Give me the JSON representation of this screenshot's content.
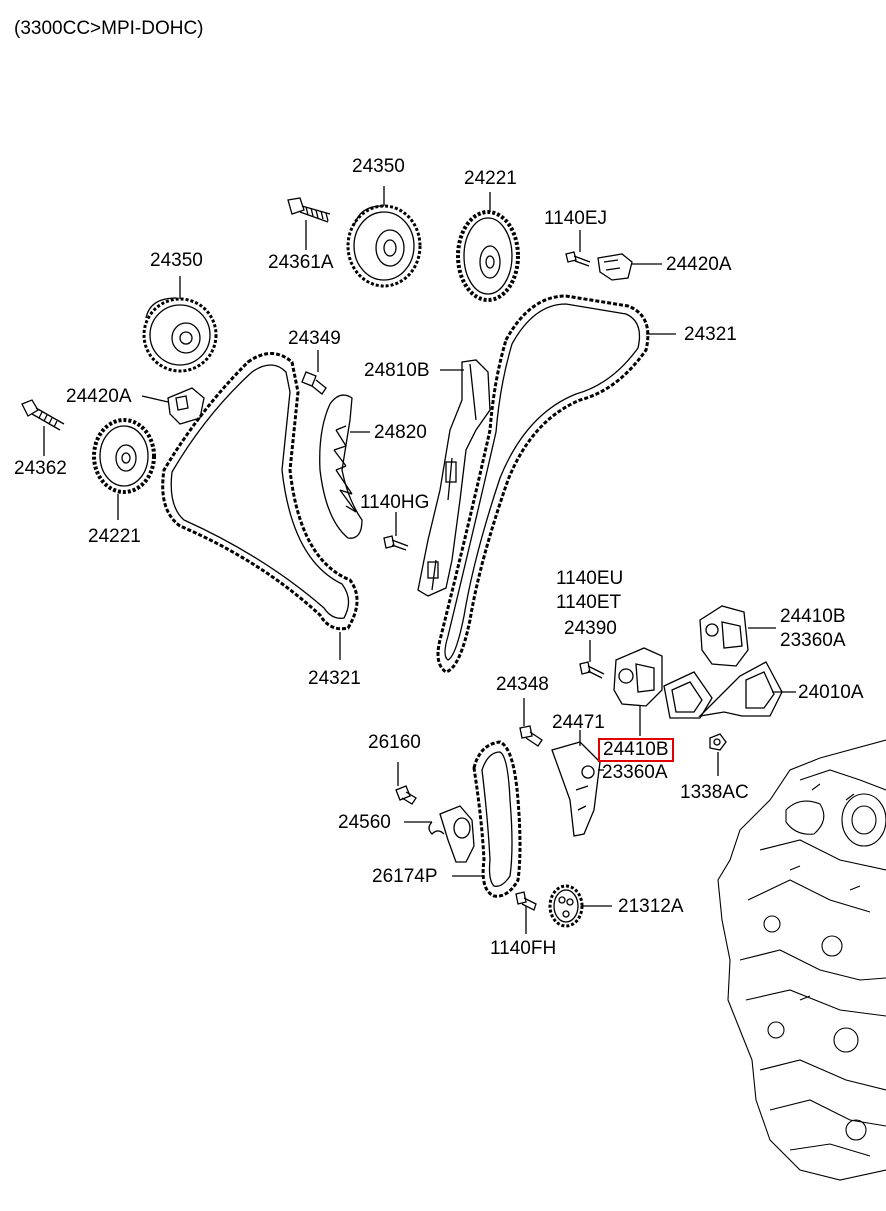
{
  "header": {
    "engine": "(3300CC>MPI-DOHC)"
  },
  "labels": {
    "l24350a": "24350",
    "l24221a": "24221",
    "l1140ej": "1140EJ",
    "l24361a": "24361A",
    "l24420a_top": "24420A",
    "l24350b": "24350",
    "l24321a": "24321",
    "l24349": "24349",
    "l24810b": "24810B",
    "l24420a_left": "24420A",
    "l24362": "24362",
    "l24820": "24820",
    "l1140hg": "1140HG",
    "l24221b": "24221",
    "l1140eu": "1140EU",
    "l1140et": "1140ET",
    "l24390": "24390",
    "l24410b_r": "24410B",
    "l23360a_r": "23360A",
    "l24321b": "24321",
    "l24010a": "24010A",
    "l24348": "24348",
    "l24471": "24471",
    "l26160": "26160",
    "l24410b_hl": "24410B",
    "l23360a_m": "23360A",
    "l1338ac": "1338AC",
    "l24560": "24560",
    "l26174p": "26174P",
    "l21312a": "21312A",
    "l1140fh": "1140FH"
  },
  "highlight": {
    "part": "24410B",
    "color": "#e00000"
  },
  "colors": {
    "ink": "#000000",
    "background": "#ffffff"
  }
}
